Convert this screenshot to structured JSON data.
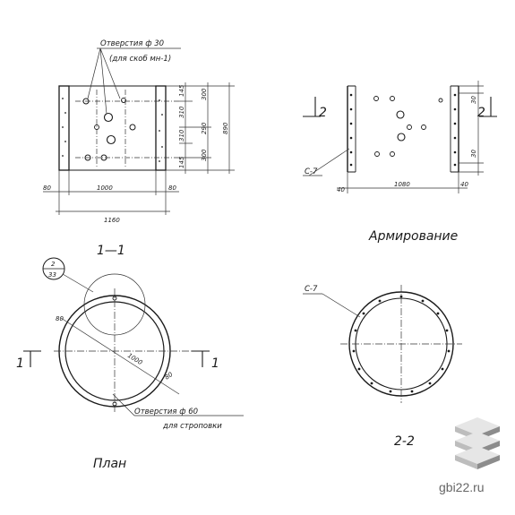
{
  "section_1_1": {
    "title": "1—1",
    "note_line1": "Отверстия ф 30",
    "note_line2": "(для скоб мн-1)",
    "dims_bottom": [
      "80",
      "1000",
      "80"
    ],
    "dim_total": "1160",
    "dims_right_inner": [
      "145",
      "310",
      "310",
      "145"
    ],
    "dims_right_mid": [
      "300",
      "290",
      "300"
    ],
    "dim_height": "890"
  },
  "reinforcement": {
    "title": "Армирование",
    "cut_left": "2",
    "cut_right": "2",
    "bar_label": "С-7",
    "dims_bottom": [
      "40",
      "1080",
      "40"
    ],
    "dims_right": [
      "30",
      "30"
    ]
  },
  "plan": {
    "title": "План",
    "callout_top": "2",
    "callout_bottom": "33",
    "dim_wall": "80",
    "dim_dia": "1000",
    "dim_wall2": "80",
    "note_line1": "Отверстия  ф 60",
    "note_line2": "для строповки",
    "cut_left": "1",
    "cut_right": "1"
  },
  "section_2_2": {
    "title": "2-2",
    "bar_label": "С-7"
  },
  "watermark": {
    "site": "gbi22.ru"
  },
  "colors": {
    "ink": "#1a1a1a",
    "watermark_text": "#666666",
    "logo_light": "#e6e6e6",
    "logo_mid": "#bdbdbd",
    "logo_dark": "#8c8c8c"
  }
}
